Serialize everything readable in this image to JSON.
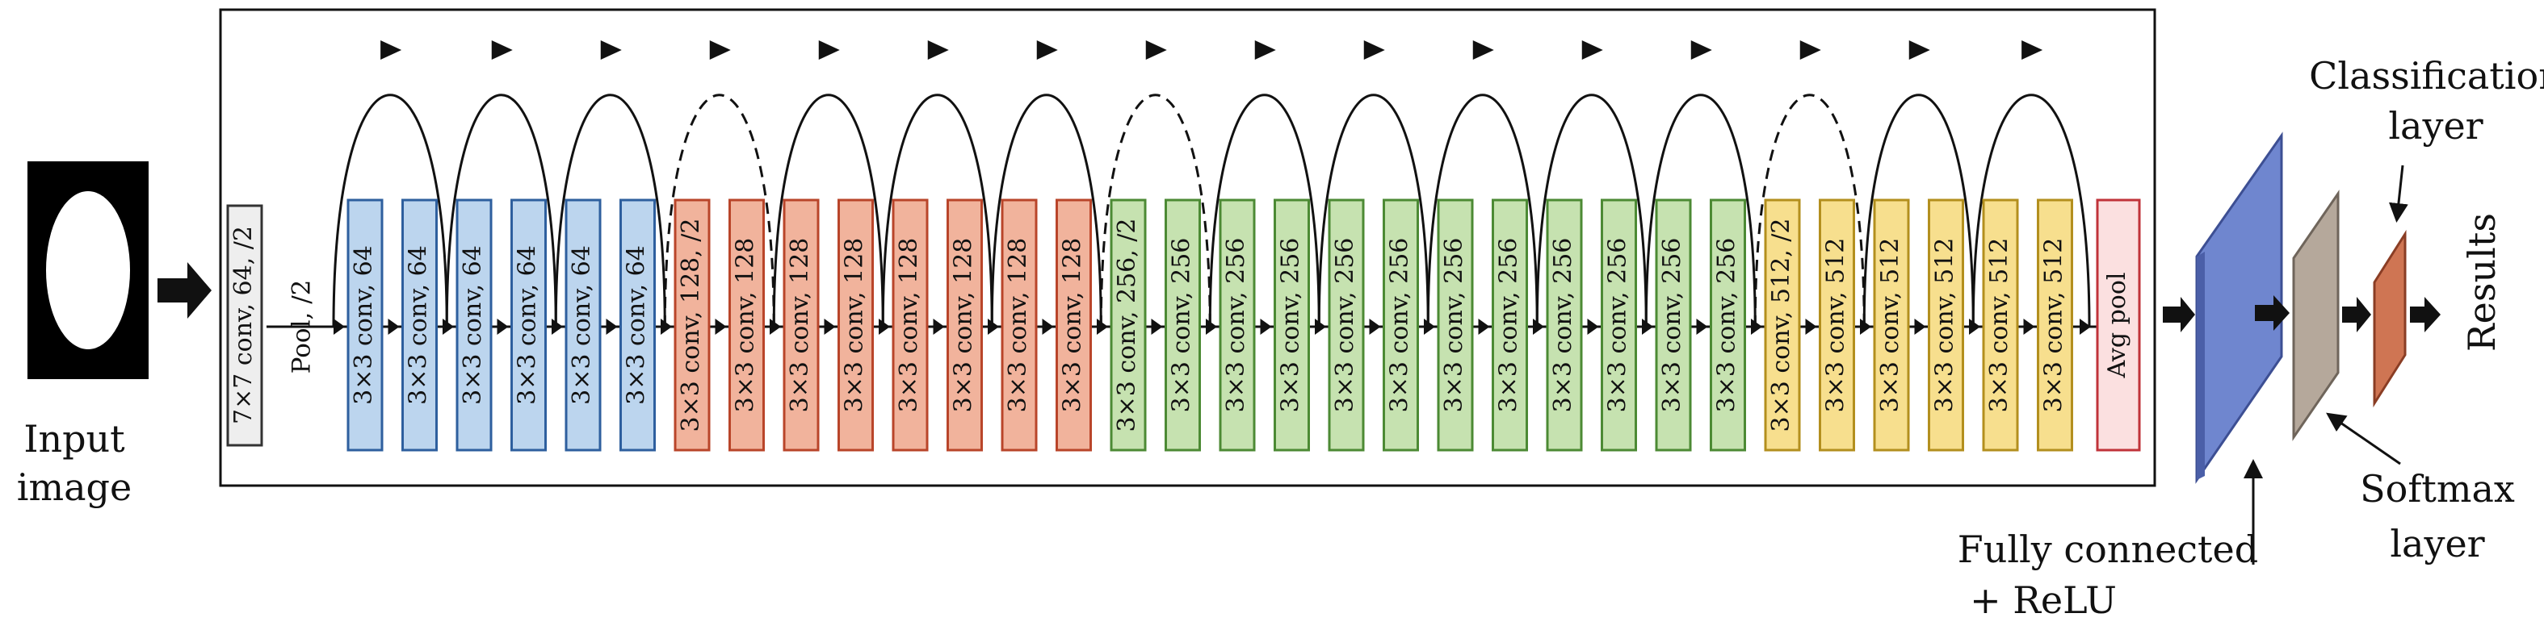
{
  "input": {
    "label_line1": "Input",
    "label_line2": "image"
  },
  "stem": {
    "conv_label": "7×7 conv, 64, /2",
    "pool_label": "Pool, /2"
  },
  "blocks": [
    {
      "label": "3×3 conv, 64",
      "stage": "s64"
    },
    {
      "label": "3×3 conv, 64",
      "stage": "s64"
    },
    {
      "label": "3×3 conv, 64",
      "stage": "s64"
    },
    {
      "label": "3×3 conv, 64",
      "stage": "s64"
    },
    {
      "label": "3×3 conv, 64",
      "stage": "s64"
    },
    {
      "label": "3×3 conv, 64",
      "stage": "s64"
    },
    {
      "label": "3×3 conv, 128, /2",
      "stage": "s128"
    },
    {
      "label": "3×3 conv, 128",
      "stage": "s128"
    },
    {
      "label": "3×3 conv, 128",
      "stage": "s128"
    },
    {
      "label": "3×3 conv, 128",
      "stage": "s128"
    },
    {
      "label": "3×3 conv, 128",
      "stage": "s128"
    },
    {
      "label": "3×3 conv, 128",
      "stage": "s128"
    },
    {
      "label": "3×3 conv, 128",
      "stage": "s128"
    },
    {
      "label": "3×3 conv, 128",
      "stage": "s128"
    },
    {
      "label": "3×3 conv, 256, /2",
      "stage": "s256"
    },
    {
      "label": "3×3 conv, 256",
      "stage": "s256"
    },
    {
      "label": "3×3 conv, 256",
      "stage": "s256"
    },
    {
      "label": "3×3 conv, 256",
      "stage": "s256"
    },
    {
      "label": "3×3 conv, 256",
      "stage": "s256"
    },
    {
      "label": "3×3 conv, 256",
      "stage": "s256"
    },
    {
      "label": "3×3 conv, 256",
      "stage": "s256"
    },
    {
      "label": "3×3 conv, 256",
      "stage": "s256"
    },
    {
      "label": "3×3 conv, 256",
      "stage": "s256"
    },
    {
      "label": "3×3 conv, 256",
      "stage": "s256"
    },
    {
      "label": "3×3 conv, 256",
      "stage": "s256"
    },
    {
      "label": "3×3 conv, 256",
      "stage": "s256"
    },
    {
      "label": "3×3 conv, 512, /2",
      "stage": "s512"
    },
    {
      "label": "3×3 conv, 512",
      "stage": "s512"
    },
    {
      "label": "3×3 conv, 512",
      "stage": "s512"
    },
    {
      "label": "3×3 conv, 512",
      "stage": "s512"
    },
    {
      "label": "3×3 conv, 512",
      "stage": "s512"
    },
    {
      "label": "3×3 conv, 512",
      "stage": "s512"
    }
  ],
  "avg_pool": {
    "label": "Avg pool"
  },
  "skip_connections": [
    {
      "from": 0,
      "to": 2,
      "dashed": false
    },
    {
      "from": 2,
      "to": 4,
      "dashed": false
    },
    {
      "from": 4,
      "to": 6,
      "dashed": false
    },
    {
      "from": 6,
      "to": 8,
      "dashed": true
    },
    {
      "from": 8,
      "to": 10,
      "dashed": false
    },
    {
      "from": 10,
      "to": 12,
      "dashed": false
    },
    {
      "from": 12,
      "to": 14,
      "dashed": false
    },
    {
      "from": 14,
      "to": 16,
      "dashed": true
    },
    {
      "from": 16,
      "to": 18,
      "dashed": false
    },
    {
      "from": 18,
      "to": 20,
      "dashed": false
    },
    {
      "from": 20,
      "to": 22,
      "dashed": false
    },
    {
      "from": 22,
      "to": 24,
      "dashed": false
    },
    {
      "from": 24,
      "to": 26,
      "dashed": false
    },
    {
      "from": 26,
      "to": 28,
      "dashed": true
    },
    {
      "from": 28,
      "to": 30,
      "dashed": false
    },
    {
      "from": 30,
      "to": 32,
      "dashed": false
    }
  ],
  "head": {
    "fc_label_line1": "Fully connected",
    "fc_label_line2": "+ ReLU",
    "softmax_label_line1": "Softmax",
    "softmax_label_line2": "layer",
    "classification_label_line1": "Classification",
    "classification_label_line2": "layer",
    "results_label": "Results"
  },
  "colors": {
    "s64_fill": "#bcd5ee",
    "s64_stroke": "#2e5f9e",
    "s128_fill": "#f1b39c",
    "s128_stroke": "#b9452a",
    "s256_fill": "#c6e2b0",
    "s256_stroke": "#4c8a34",
    "s512_fill": "#f7df8e",
    "s512_stroke": "#b38f1e",
    "avg_fill": "#fbe0e0",
    "avg_stroke": "#c0333a",
    "stem_fill": "#eeeeee",
    "stem_stroke": "#333333",
    "fc_fill": "#6f86cf",
    "softmax_fill": "#b5a89b",
    "class_fill": "#cf7553"
  }
}
